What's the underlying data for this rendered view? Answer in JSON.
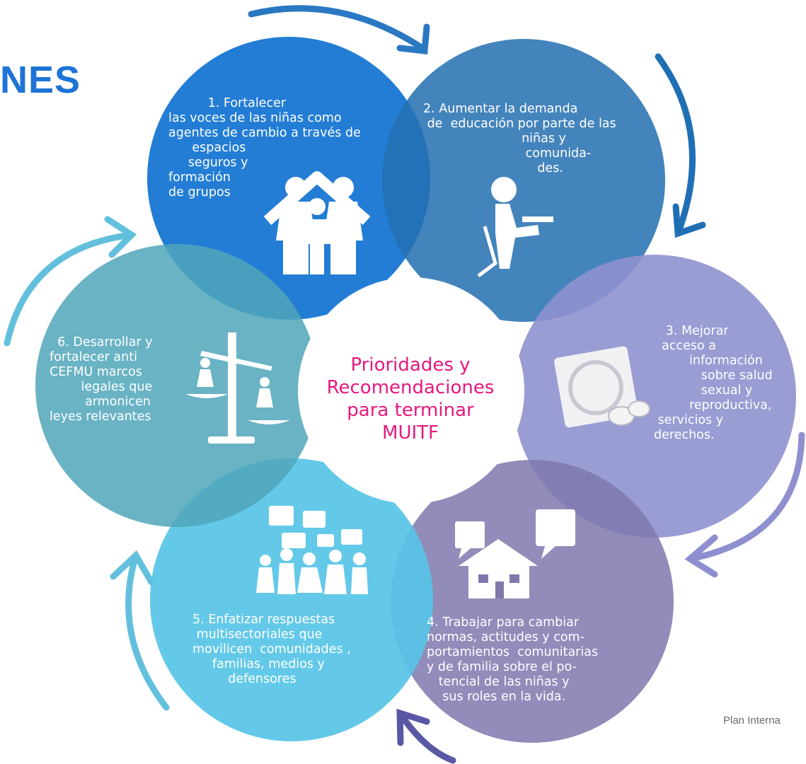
{
  "heading": "NES",
  "credit": "Plan Interna",
  "center": {
    "lines": [
      "Prioridades y",
      "Recomendaciones",
      "para terminar",
      "MUITF"
    ]
  },
  "petals": [
    {
      "text": "          1. Fortalecer\nlas voces de las niñas como\nagentes de cambio a través de\n      espacios\n     seguros y\nformación\nde grupos",
      "color": "#0b6fd0",
      "icon": "family-house-icon"
    },
    {
      "text": "2. Aumentar la demanda\n de  educación por parte de las\n                         niñas y\n                          comunida-\n                             des.",
      "color": "#2f79b9",
      "icon": "student-writing-icon"
    },
    {
      "text": "   3. Mejorar\n  acceso a\n         información\n            sobre salud\n            sexual y\n         reproductiva,\n servicios y\nderechos.",
      "color": "#8f91cf",
      "icon": "contraceptive-icon"
    },
    {
      "text": "4. Trabajar para cambiar\nnormas, actitudes y com-\nportamientos  comunitarias\ny de familia sobre el po-\n   tencial de las niñas y\n    sus roles en la vida.",
      "color": "#7e78ad",
      "icon": "house-speech-icon"
    },
    {
      "text": "5. Enfatizar respuestas\n multisectoriales que\nmovilicen  comunidades ,\n     familias, medios y\n         defensores",
      "color": "#57c4e6",
      "icon": "community-dialogue-icon"
    },
    {
      "text": "  6. Desarrollar y\nfortalecer anti\nCEFMU marcos\n        legales que\n         armonicen\nleyes relevantes",
      "color": "#68b5c7",
      "icon": "justice-scale-icon"
    }
  ],
  "colors": {
    "center_text": "#e6197f",
    "heading": "#1d74d6",
    "arrow_dark": "#1f6fb5",
    "arrow_purple": "#8f8fd0",
    "arrow_light": "#63c0dd"
  }
}
